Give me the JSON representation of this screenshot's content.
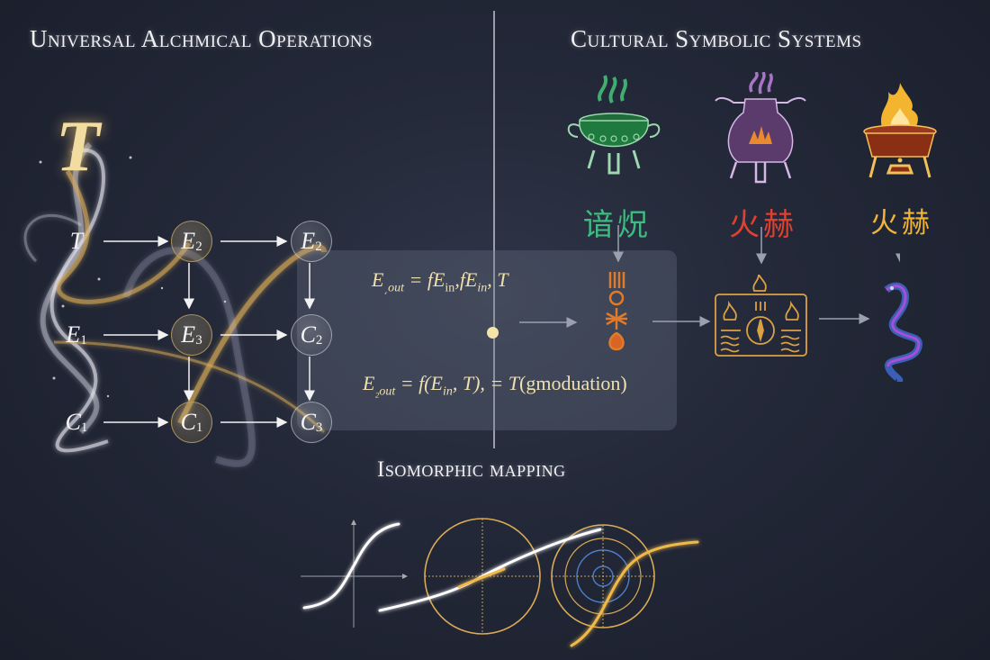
{
  "headings": {
    "left": "Universal Alchmical Operations",
    "right": "Cultural Symbolic Systems",
    "bottom": "Isomorphic mapping"
  },
  "operations_graph": {
    "title_symbol": "T",
    "nodes": [
      {
        "id": "T",
        "label": "T",
        "sub": "",
        "col": 0,
        "row": 0
      },
      {
        "id": "E2a",
        "label": "E",
        "sub": "2",
        "col": 1,
        "row": 0
      },
      {
        "id": "E2b",
        "label": "E",
        "sub": "2",
        "col": 2,
        "row": 0
      },
      {
        "id": "E1",
        "label": "E",
        "sub": "1",
        "col": 0,
        "row": 1
      },
      {
        "id": "E3",
        "label": "E",
        "sub": "3",
        "col": 1,
        "row": 1
      },
      {
        "id": "C2",
        "label": "C",
        "sub": "2",
        "col": 2,
        "row": 1
      },
      {
        "id": "C1a",
        "label": "C",
        "sub": "1",
        "col": 0,
        "row": 2
      },
      {
        "id": "C1b",
        "label": "C",
        "sub": "1",
        "col": 1,
        "row": 2
      },
      {
        "id": "C3",
        "label": "C",
        "sub": "3",
        "col": 2,
        "row": 2
      }
    ],
    "edges": [
      [
        "T",
        "E2a"
      ],
      [
        "E2a",
        "E2b"
      ],
      [
        "E1",
        "E3"
      ],
      [
        "E3",
        "C2"
      ],
      [
        "C1a",
        "C1b"
      ],
      [
        "C1b",
        "C3"
      ],
      [
        "E2a",
        "E3"
      ],
      [
        "E3",
        "C1b"
      ],
      [
        "E2b",
        "C2"
      ],
      [
        "C2",
        "C3"
      ]
    ]
  },
  "formulas": {
    "first": {
      "lhs": "E",
      "lhs_sub": "͵out",
      "rhs": "= fE",
      "rhs_sub1": "in",
      "rhs_mid": ",fE",
      "rhs_sub2": "in",
      "rhs_end": ", T"
    },
    "second": {
      "lhs": "E",
      "lhs_sub": "₂out",
      "rhs": "= f(E",
      "rhs_sub": "in",
      "rhs_end": ", T), = T",
      "paren": "(gmoduation)"
    }
  },
  "cultural_systems": [
    {
      "name": "green-cauldron",
      "chars": "谙炾",
      "color": "#3dbb80",
      "symbol": "vertical-sigil"
    },
    {
      "name": "purple-furnace",
      "chars": "火赫",
      "color": "#e0402f",
      "symbol": "fire-panel"
    },
    {
      "name": "golden-brazier",
      "chars": "火赫",
      "color": "#f0b43a",
      "symbol": "serpent"
    }
  ],
  "colors": {
    "background": "#232838",
    "gold": "#d9ab55",
    "text": "#f1f1f3",
    "formula": "#efe0b0"
  }
}
